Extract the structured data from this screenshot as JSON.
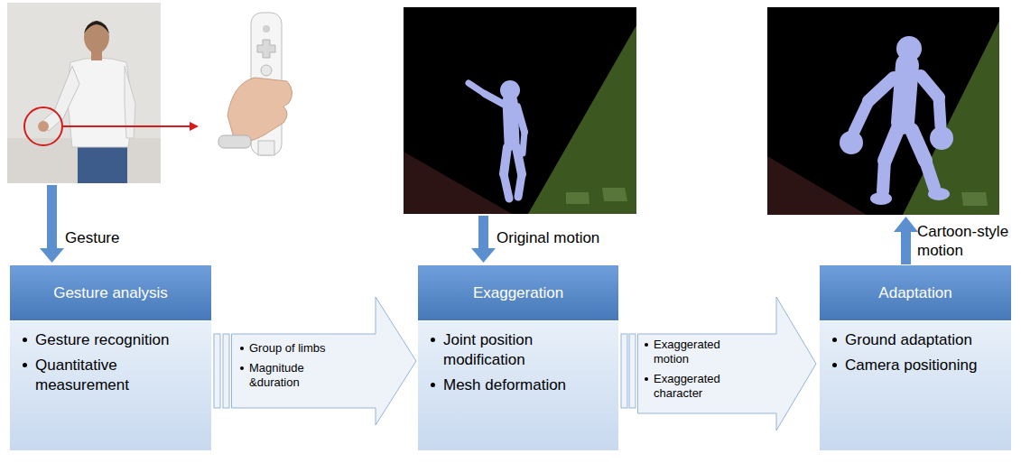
{
  "diagram": {
    "nodes": [
      {
        "text": [
          "Gesture analysis",
          "Gesture recognition",
          "Quantitative measurement"
        ]
      },
      {
        "text": [
          "Group of limbs",
          "Magnitude &duration"
        ]
      },
      {
        "text": [
          "Exaggeration",
          "Joint position modification",
          "Mesh deformation"
        ]
      },
      {
        "text": [
          "Exaggerated motion",
          "Exaggerated character"
        ]
      },
      {
        "text": [
          "Adaptation",
          "Ground adaptation",
          "Camera positioning"
        ]
      }
    ],
    "labels": [
      "Gesture",
      "Original motion",
      "Cartoon-style motion"
    ]
  }
}
